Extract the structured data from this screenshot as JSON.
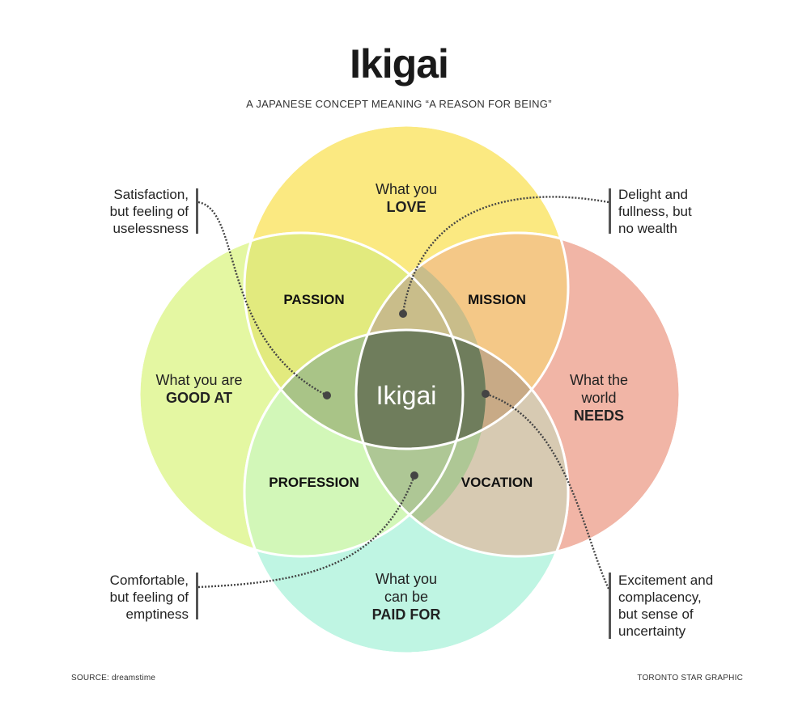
{
  "header": {
    "title": "Ikigai",
    "subtitle": "A JAPANESE CONCEPT MEANING “A REASON FOR BEING”"
  },
  "circles": {
    "love": {
      "line1": "What you",
      "line2": "LOVE",
      "color": "#fbe981"
    },
    "good_at": {
      "line1": "What you are",
      "line2": "GOOD AT",
      "color": "#e4f7a2"
    },
    "needs": {
      "line1": "What the",
      "line2": "world",
      "line3": "NEEDS",
      "color": "#f1b5a6"
    },
    "paid_for": {
      "line1": "What you",
      "line2": "can be",
      "line3": "PAID FOR",
      "color": "#bff5e3"
    }
  },
  "overlaps": {
    "passion": "PASSION",
    "mission": "MISSION",
    "profession": "PROFESSION",
    "vocation": "VOCATION",
    "center": "Ikigai"
  },
  "callouts": {
    "top_left": [
      "Satisfaction,",
      "but feeling of",
      "uselessness"
    ],
    "top_right": [
      "Delight and",
      "fullness, but",
      "no wealth"
    ],
    "bottom_left": [
      "Comfortable,",
      "but feeling of",
      "emptiness"
    ],
    "bottom_right": [
      "Excitement and",
      "complacency,",
      "but sense of",
      "uncertainty"
    ]
  },
  "footer": {
    "source": "SOURCE: dreamstime",
    "credit": "TORONTO STAR GRAPHIC"
  }
}
